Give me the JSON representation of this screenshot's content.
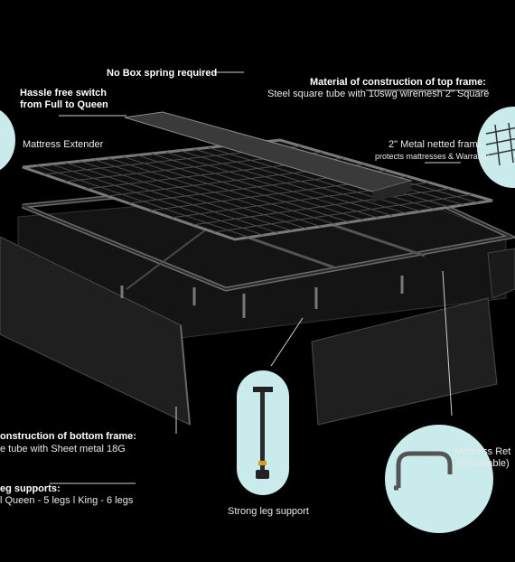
{
  "labels": {
    "no_box_spring": "No Box spring required",
    "hassle_line1": "Hassle free switch",
    "hassle_line2": "from Full to Queen",
    "mattress_extender": "Mattress  Extender",
    "top_frame_title": "Material of construction of top frame:",
    "top_frame_desc": "Steel square tube with 10swg wiremesh 2\" Square",
    "netted_frame_title": "2\" Metal netted frame",
    "netted_frame_desc": "protects mattresses & Warranty",
    "bottom_frame_title": "onstruction of bottom frame:",
    "bottom_frame_desc": "e tube with Sheet metal 18G",
    "leg_supports_title": "eg supports:",
    "leg_supports_desc": "l Queen - 5 legs l King -  6 legs",
    "strong_leg": "Strong leg  support",
    "retainer_line1": "Mattress  Ret",
    "retainer_line2": "(removable)"
  },
  "colors": {
    "background": "#000000",
    "callout_fill": "#c9ebeb",
    "frame_dark": "#1b1b1b",
    "frame_stroke": "#5a5a5a"
  }
}
